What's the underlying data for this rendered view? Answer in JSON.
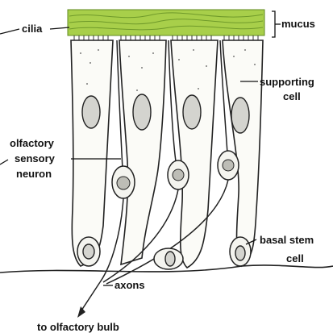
{
  "labels": {
    "cilia": "cilia",
    "mucus": "mucus",
    "supporting_cell_line1": "supporting",
    "supporting_cell_line2": "cell",
    "neuron_line1": "olfactory",
    "neuron_line2": "sensory",
    "neuron_line3": "neuron",
    "basal_line1": "basal stem",
    "basal_line2": "cell",
    "axons": "axons",
    "bulb": "to olfactory bulb"
  },
  "colors": {
    "mucus": "#a8cf4a",
    "mucus_dark": "#6f9a2a",
    "ink": "#222222",
    "nucleus": "#d4d4cf",
    "cell_fill": "#fbfbf7"
  }
}
